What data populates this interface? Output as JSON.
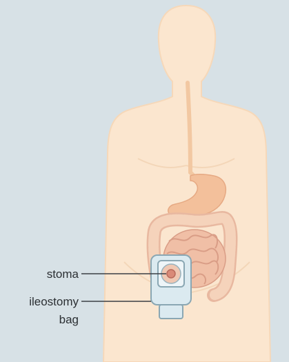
{
  "labels": {
    "stoma": "stoma",
    "ileostomy_line1": "ileostomy",
    "ileostomy_line2": "bag"
  },
  "colors": {
    "background": "#d7e1e6",
    "body_fill": "#fbe6cf",
    "body_stroke": "#f6d8b9",
    "esophagus": "#f2c8a2",
    "stomach": "#f3c09b",
    "colon": "#f5d3bb",
    "colon_stroke": "#e8b8a0",
    "small_intestine": "#f0bfa6",
    "small_intestine_stroke": "#d99d86",
    "bag_fill": "#dbeaf0",
    "bag_stroke": "#8aa7b3",
    "leader_line": "#3a3f44",
    "label_text": "#2b2f33"
  },
  "icons": [
    "human-silhouette",
    "esophagus",
    "stomach",
    "colon",
    "small-intestine",
    "stoma",
    "ileostomy-bag"
  ]
}
